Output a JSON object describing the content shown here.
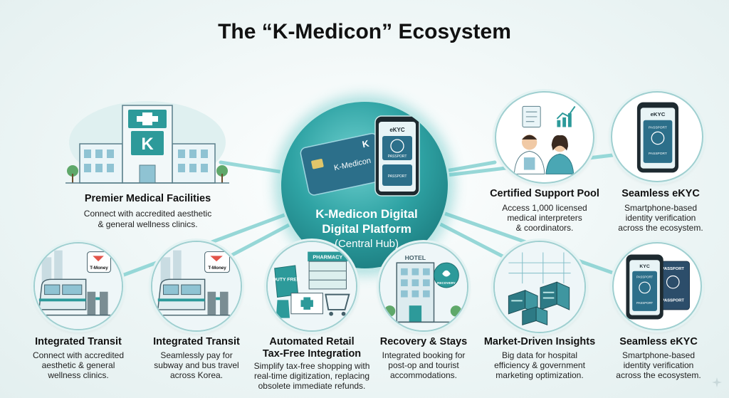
{
  "title": "The “K-Medicon” Ecosystem",
  "hub": {
    "line1": "K-Medicon Digital",
    "line2": "Digital Platform",
    "line3": "(Central Hub)",
    "card_label": "K-Medicon",
    "card_letter": "K",
    "phone_header": "eKYC",
    "phone_line1": "PASSPORT",
    "phone_line2": "PASSPORT"
  },
  "nodes": {
    "medical": {
      "title": "Premier Medical Facilities",
      "desc_line1": "Connect with accredited aesthetic",
      "desc_line2": "& general wellness clinics.",
      "sign_letter": "K"
    },
    "support": {
      "title": "Certified Support Pool",
      "desc_line1": "Access 1,000 licensed",
      "desc_line2": "medical interpreters",
      "desc_line3": "& coordinators."
    },
    "ekyc_top": {
      "title": "Seamless eKYC",
      "desc_line1": "Smartphone-based",
      "desc_line2": "identity verification",
      "desc_line3": "across the ecosystem.",
      "phone_header": "eKYC",
      "phone_line1": "PASSPORT",
      "phone_line2": "PASSPORT"
    },
    "transit1": {
      "title": "Integrated Transit",
      "desc_line1": "Connect with accredited",
      "desc_line2": "aesthetic & general",
      "desc_line3": "wellness clinics.",
      "badge": "T-Money"
    },
    "transit2": {
      "title": "Integrated Transit",
      "desc_line1": "Seamlessly pay for",
      "desc_line2": "subway and bus travel",
      "desc_line3": "across Korea.",
      "badge": "T-Money"
    },
    "retail": {
      "title_line1": "Automated Retail",
      "title_line2": "Tax-Free Integration",
      "desc_line1": "Simplify tax-free shopping with",
      "desc_line2": "real-time digitization, replacing",
      "desc_line3": "obsolete immediate refunds.",
      "shop_sign": "PHARMACY",
      "bag_label": "DUTY FREE"
    },
    "recovery": {
      "title": "Recovery & Stays",
      "desc_line1": "Integrated booking for",
      "desc_line2": "post-op and tourist",
      "desc_line3": "accommodations.",
      "hotel_sign": "HOTEL",
      "badge": "RECOVERY"
    },
    "insights": {
      "title": "Market-Driven Insights",
      "desc_line1": "Big data for hospital",
      "desc_line2": "efficiency & government",
      "desc_line3": "marketing optimization."
    },
    "ekyc_bottom": {
      "title": "Seamless eKYC",
      "desc_line1": "Smartphone-based",
      "desc_line2": "identity verification",
      "desc_line3": "across the ecosystem.",
      "phone_header": "KYC",
      "phone_line1": "PASSPORT",
      "phone_line2": "PASSPORT",
      "card_line1": "PASSPORT",
      "card_line2": "PASSPORT"
    }
  },
  "colors": {
    "accent": "#2fa3a4",
    "hub_dark": "#12696d",
    "connector": "#7fcfcf",
    "circle_border": "#9fcfd0"
  }
}
